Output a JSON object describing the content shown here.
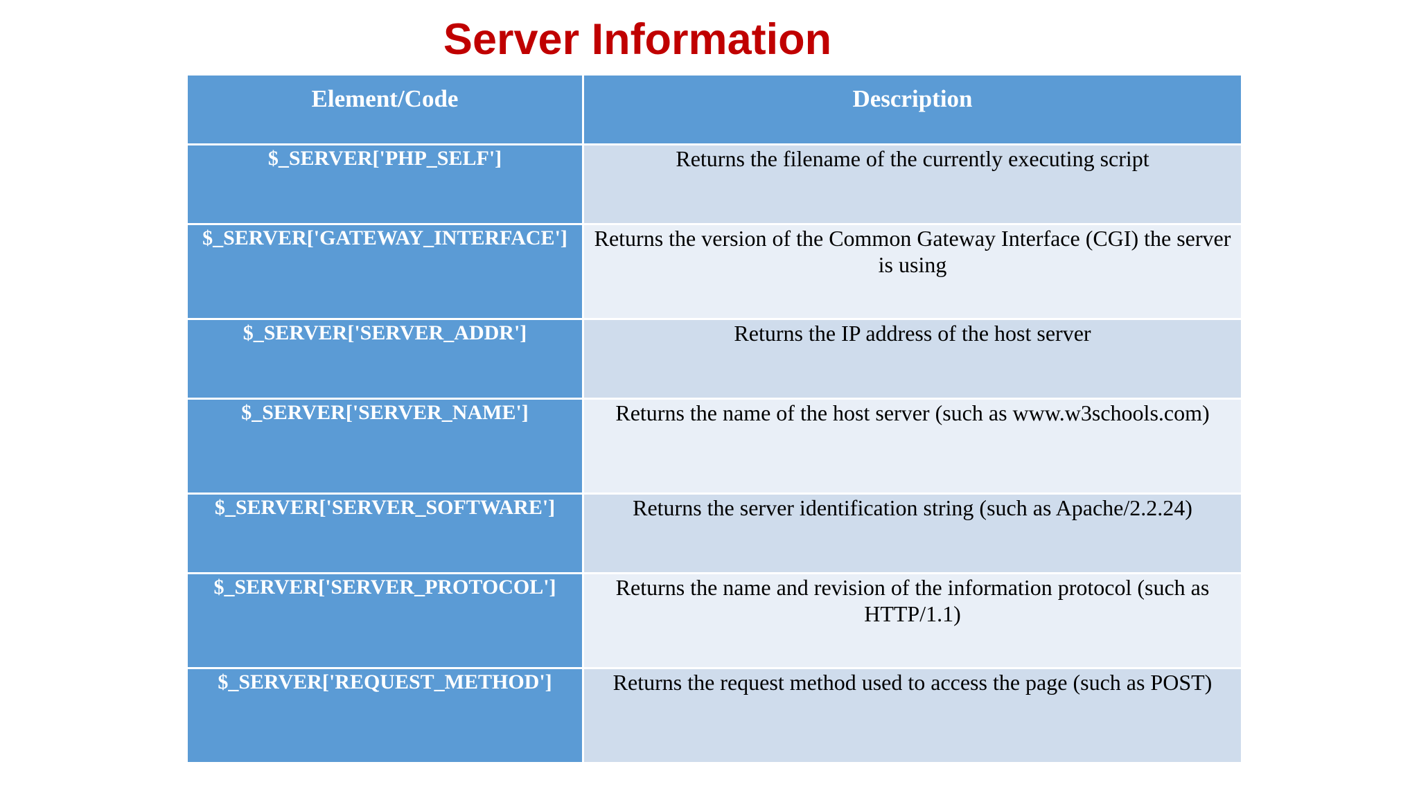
{
  "title": "Server Information",
  "table": {
    "headers": [
      "Element/Code",
      "Description"
    ],
    "rows": [
      {
        "code": "$_SERVER['PHP_SELF']",
        "description": "Returns the filename of the currently executing script"
      },
      {
        "code": "$_SERVER['GATEWAY_INTERFACE']",
        "description": "Returns the version of the Common Gateway Interface (CGI) the server is using"
      },
      {
        "code": "$_SERVER['SERVER_ADDR']",
        "description": "Returns the IP address of the host server"
      },
      {
        "code": "$_SERVER['SERVER_NAME']",
        "description": "Returns the name of the host server (such as www.w3schools.com)"
      },
      {
        "code": "$_SERVER['SERVER_SOFTWARE']",
        "description": "Returns the server identification string (such as Apache/2.2.24)"
      },
      {
        "code": "$_SERVER['SERVER_PROTOCOL']",
        "description": "Returns the name and revision of the information protocol (such as HTTP/1.1)"
      },
      {
        "code": "$_SERVER['REQUEST_METHOD']",
        "description": "Returns the request method used to access the page (such as POST)"
      }
    ]
  },
  "colors": {
    "title": "#c00000",
    "header_bg": "#5b9bd5",
    "code_bg": "#5b9bd5",
    "desc_bg_dark": "#cfdcec",
    "desc_bg_light": "#e9eff7"
  }
}
